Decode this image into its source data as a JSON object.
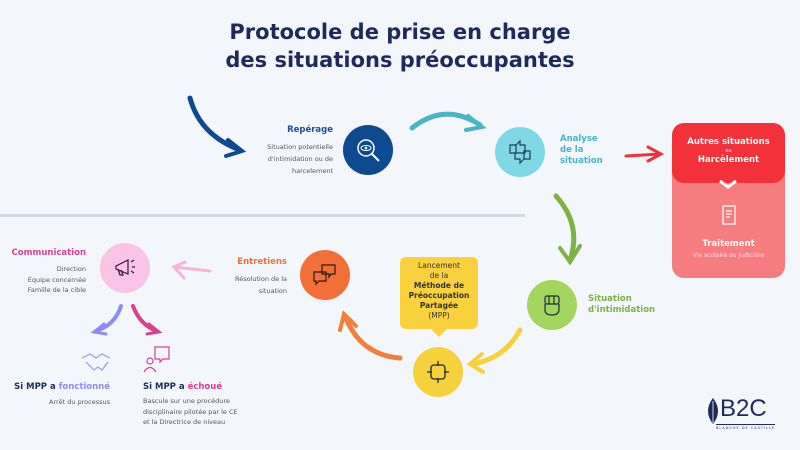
{
  "title": [
    "Protocole de prise en charge",
    "des situations préoccupantes"
  ],
  "steps": {
    "reperage": {
      "label": "Repérage",
      "desc": [
        "Situation potentielle",
        "d'intimidation ou de",
        "harcelement"
      ],
      "color": "#0d4a8f"
    },
    "analyse": {
      "label": [
        "Analyse",
        "de la",
        "situation"
      ],
      "color": "#7fd9e4"
    },
    "intimidation": {
      "label": [
        "Situation",
        "d'intimidation"
      ],
      "color": "#a3d65c"
    },
    "mpp": {
      "lines": [
        "Lancement",
        "de la"
      ],
      "bold": [
        "Méthode de",
        "Préoccupation",
        "Partagée"
      ],
      "abbr": "(MPP)",
      "color": "#f9d13c"
    },
    "entretiens": {
      "label": "Entretiens",
      "desc": [
        "Résolution de la",
        "situation"
      ],
      "color": "#f26f38"
    },
    "communication": {
      "label": "Communication",
      "desc": [
        "Direction",
        "Équipe concernée",
        "Famille de la cible"
      ],
      "color": "#f9c3e6"
    }
  },
  "other": {
    "title1": "Autres situations",
    "ou": "ou",
    "title2": "Harcèlement",
    "treatment": "Traitement",
    "treatment_desc": "Vie scolaire ou Judicière"
  },
  "outcomes": {
    "success": {
      "prefix": "Si MPP a ",
      "word": "fonctionné",
      "desc": "Arrêt du processus"
    },
    "fail": {
      "prefix": "Si MPP a ",
      "word": "échoué",
      "desc": [
        "Bascule sur une procédure",
        "disciplinaire pilotée par le CE",
        "et la Directrice de niveau"
      ]
    }
  },
  "logo": {
    "text": "B2C",
    "subtitle": "BLANCHE DE CASTILLE"
  }
}
